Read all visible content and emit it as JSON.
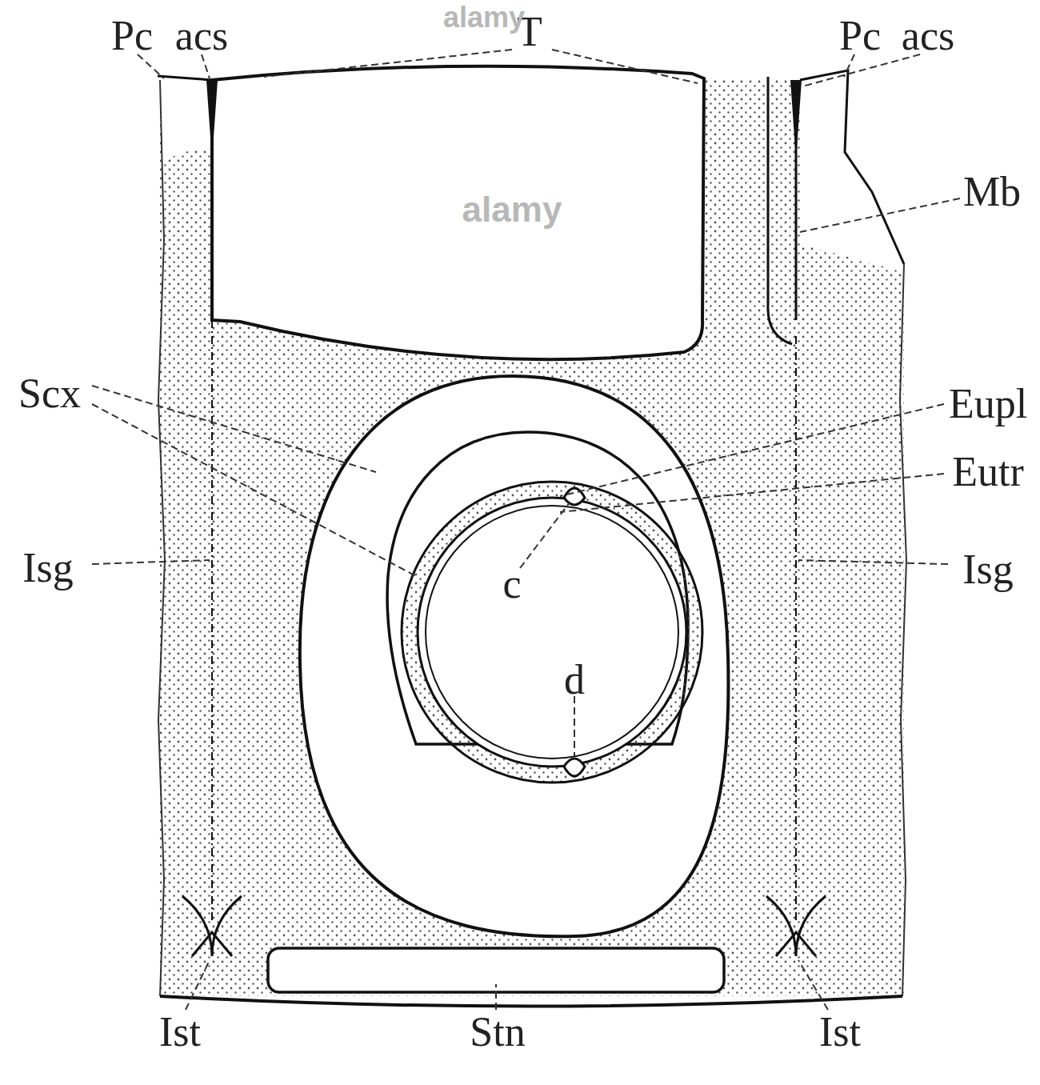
{
  "diagram": {
    "labels": [
      "Pc",
      "acs",
      "T",
      "Pc",
      "acs",
      "Mb",
      "Scx",
      "Eupl",
      "Eutr",
      "c",
      "d",
      "Isg",
      "Isg",
      "Ist",
      "Stn",
      "Ist",
      "alamy",
      "alamy"
    ]
  }
}
